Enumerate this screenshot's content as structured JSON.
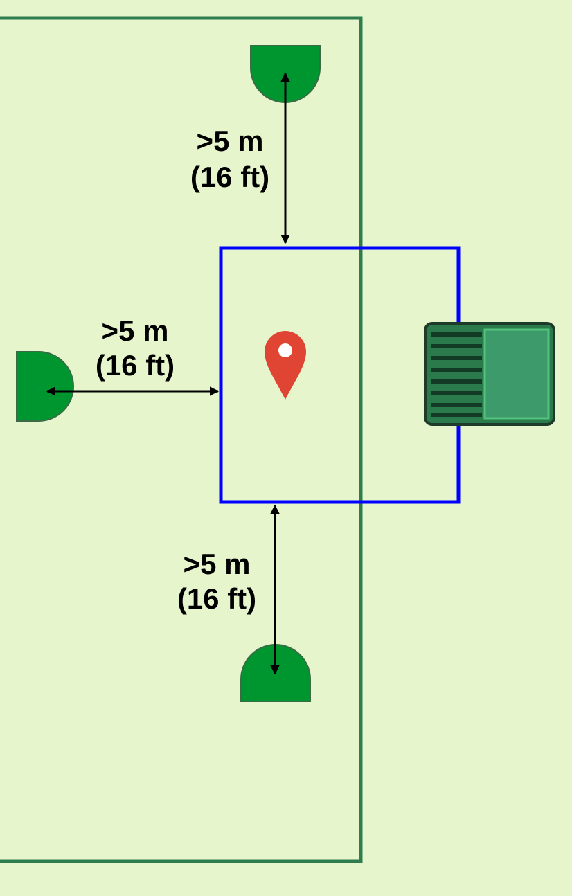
{
  "colors": {
    "lawn": "#e6f5cc",
    "boundary_wire": "#2f7d4f",
    "work_area": "#0000ff",
    "station_body": "#2b7a4b",
    "station_cover": "#3d9a6a",
    "station_outline": "#1d3b28",
    "station_slats": "#123a24",
    "obstacle": "#00962f",
    "pin": "#e04432",
    "arrow": "#000000"
  },
  "icons": {
    "location": "map-pin-icon",
    "charging_station": "charging-station-icon",
    "obstacle": "obstacle-icon"
  },
  "dimensions": {
    "top": {
      "line1": ">5 m",
      "line2": "(16 ft)"
    },
    "left": {
      "line1": ">5 m",
      "line2": "(16 ft)"
    },
    "bottom": {
      "line1": ">5 m",
      "line2": "(16 ft)"
    }
  }
}
